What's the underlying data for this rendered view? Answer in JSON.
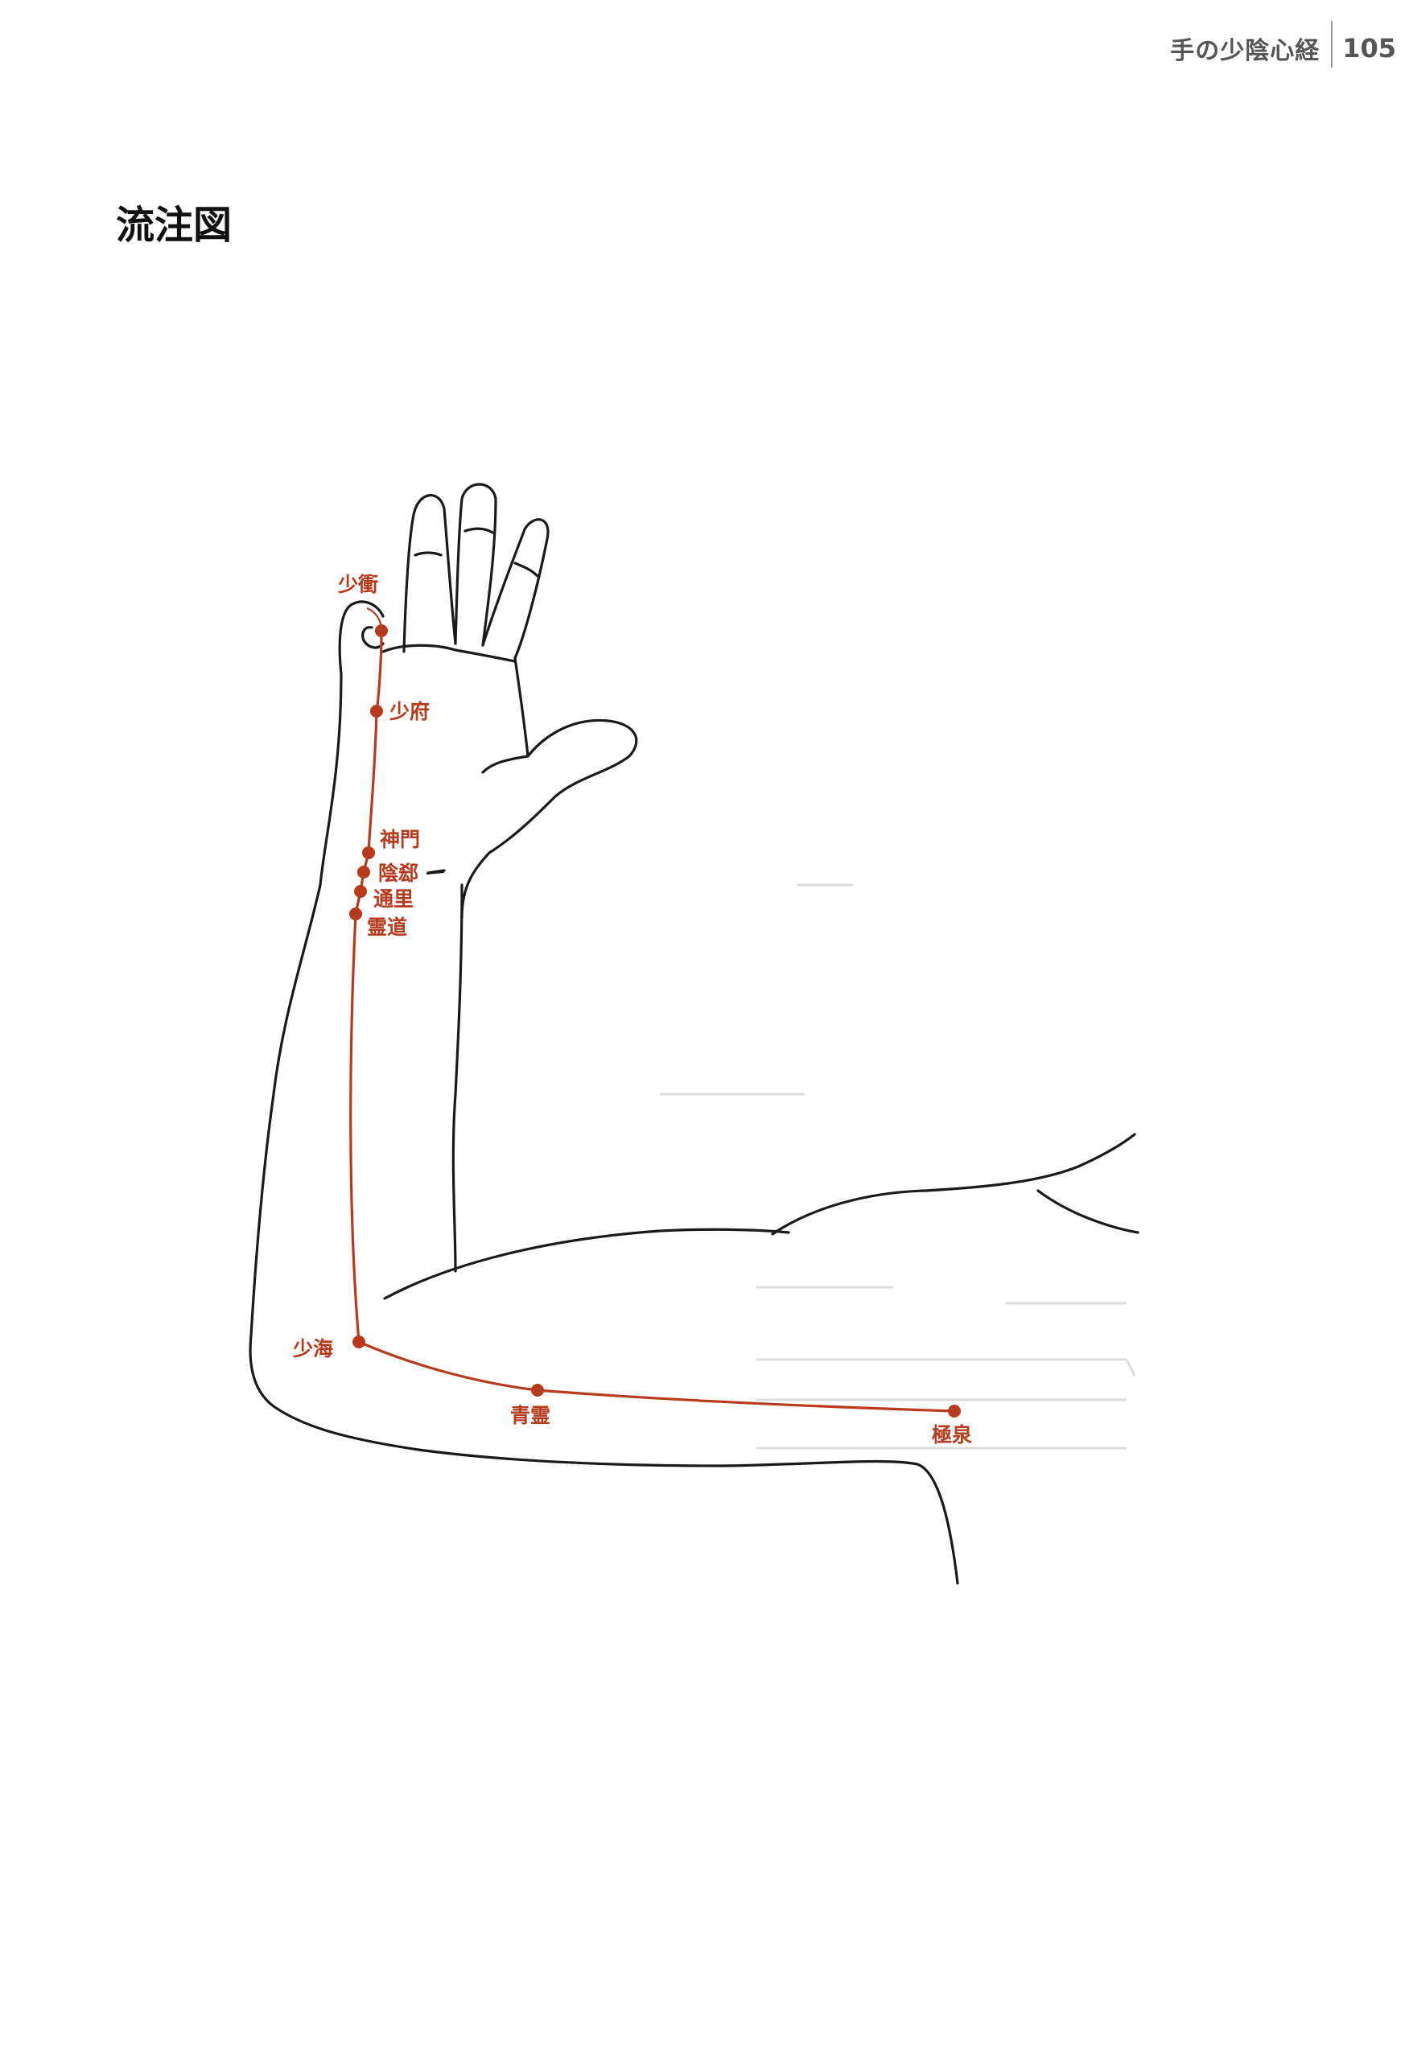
{
  "header": {
    "chapter": "手の少陰心経",
    "page_number": "105"
  },
  "title": "流注図",
  "colors": {
    "meridian": "#b83a1c",
    "outline": "#1a1a1a",
    "faint": "#d4d4d4"
  },
  "acupoints": [
    {
      "id": "shaosho",
      "label": "少衝"
    },
    {
      "id": "shaofu",
      "label": "少府"
    },
    {
      "id": "shenmen",
      "label": "神門"
    },
    {
      "id": "yinxi",
      "label": "陰郄"
    },
    {
      "id": "tongli",
      "label": "通里"
    },
    {
      "id": "lingdao",
      "label": "霊道"
    },
    {
      "id": "shaohai",
      "label": "少海"
    },
    {
      "id": "qingling",
      "label": "青霊"
    },
    {
      "id": "jiquan",
      "label": "極泉"
    }
  ]
}
